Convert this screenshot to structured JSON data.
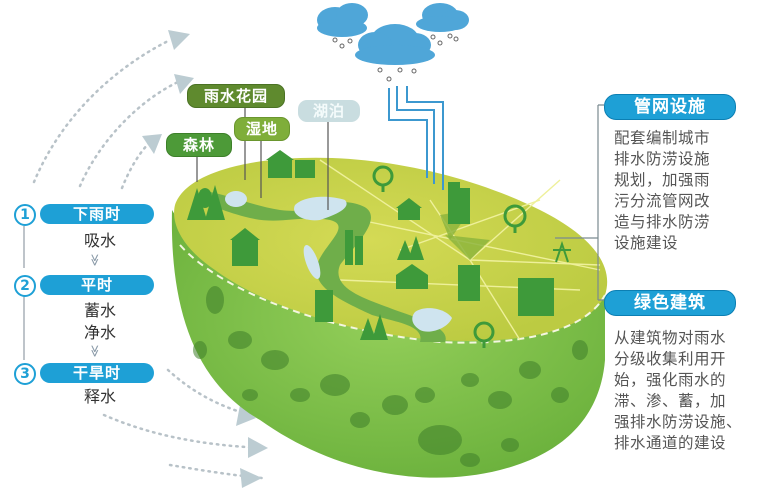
{
  "stages": [
    {
      "number": "1",
      "label": "下雨时",
      "lines": [
        "吸水"
      ]
    },
    {
      "number": "2",
      "label": "平时",
      "lines": [
        "蓄水",
        "净水"
      ]
    },
    {
      "number": "3",
      "label": "干旱时",
      "lines": [
        "释水"
      ]
    }
  ],
  "chevron": "≫",
  "map_labels": {
    "rain_garden": "雨水花园",
    "wetland": "湿地",
    "lake": "湖泊",
    "forest": "森林"
  },
  "right_panels": [
    {
      "title": "管网设施",
      "lines": [
        "配套编制城市",
        "排水防涝设施",
        "规划，加强雨",
        "污分流管网改",
        "造与排水防涝",
        "设施建设"
      ]
    },
    {
      "title": "绿色建筑",
      "lines": [
        "从建筑物对雨水",
        "分级收集利用开",
        "始，强化雨水的",
        "滞、渗、蓄，加",
        "强排水防涝设施、",
        "排水通道的建设"
      ]
    }
  ],
  "colors": {
    "accent_blue": "#1ea0d6",
    "sponge_green": "#7fc34a",
    "top_yellow": "#c9d34a",
    "river_green": "#6fae4a",
    "lake_blue": "#cfe4ef",
    "cloud_blue": "#4fa6d8",
    "pill_dark_green": "#5f8a2e",
    "pill_green": "#4d9a38",
    "pill_light_green": "#7fae3a",
    "pill_pale": "#c9dde0"
  }
}
